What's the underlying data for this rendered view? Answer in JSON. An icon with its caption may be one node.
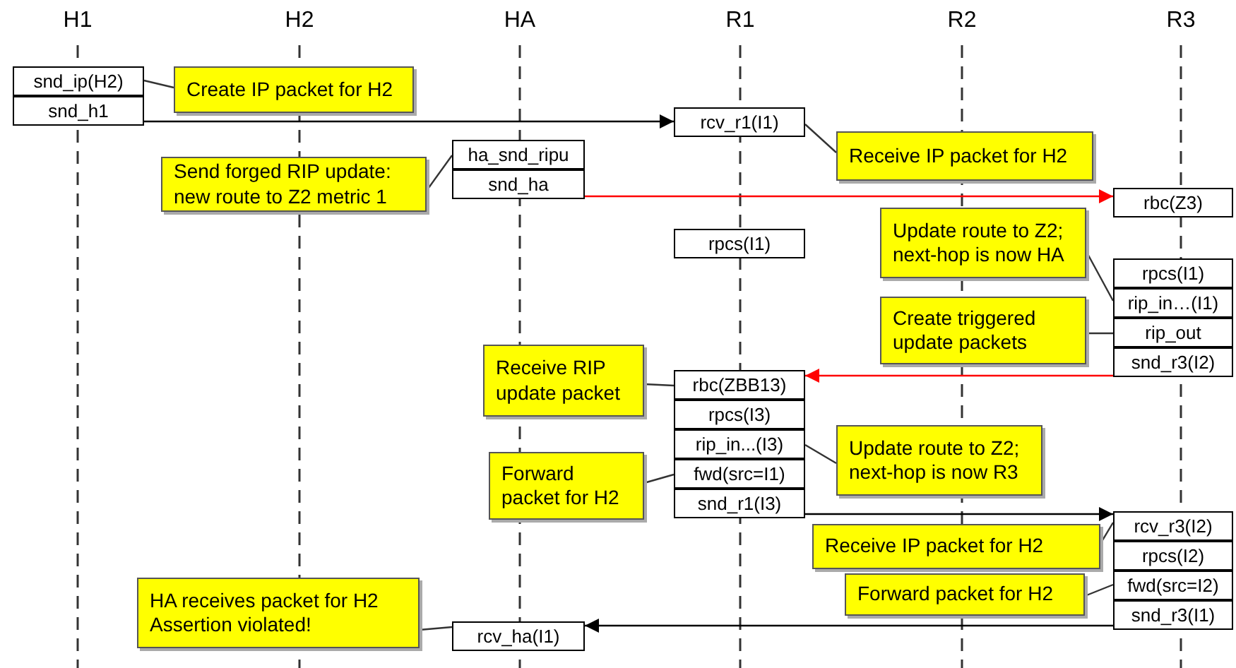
{
  "diagram": {
    "nodes": [
      {
        "text": [
          "snd_ip(H2)"
        ]
      },
      {
        "text": [
          "snd_h1"
        ]
      },
      {
        "text": [
          "Create IP packet for H2"
        ]
      },
      {
        "text": [
          "rcv_r1(I1)"
        ]
      },
      {
        "text": [
          "ha_snd_ripu"
        ]
      },
      {
        "text": [
          "Receive IP packet for H2"
        ]
      },
      {
        "text": [
          "Send forged RIP update: new route to Z2 metric 1"
        ]
      },
      {
        "text": [
          "snd_ha"
        ]
      },
      {
        "text": [
          "rbc(Z3)"
        ]
      },
      {
        "text": [
          "rpcs(I1)"
        ]
      },
      {
        "text": [
          "Update route to Z2; next-hop is now HA"
        ]
      },
      {
        "text": [
          "rpcs(I1)"
        ]
      },
      {
        "text": [
          "rip_in…(I1)"
        ]
      },
      {
        "text": [
          "Create triggered update packets"
        ]
      },
      {
        "text": [
          "rip_out"
        ]
      },
      {
        "text": [
          "snd_r3(I2)"
        ]
      },
      {
        "text": [
          "Receive RIP update packet"
        ]
      },
      {
        "text": [
          "rbc(ZBB13)"
        ]
      },
      {
        "text": [
          "rpcs(I3)"
        ]
      },
      {
        "text": [
          "rip_in...(I3)"
        ]
      },
      {
        "text": [
          "Update route to Z2; next-hop is now R3"
        ]
      },
      {
        "text": [
          "Forward packet for H2"
        ]
      },
      {
        "text": [
          "fwd(src=I1)"
        ]
      },
      {
        "text": [
          "snd_r1(I3)"
        ]
      },
      {
        "text": [
          "rcv_r3(I2)"
        ]
      },
      {
        "text": [
          "Receive IP packet for H2"
        ]
      },
      {
        "text": [
          "rpcs(I2)"
        ]
      },
      {
        "text": [
          "Forward packet for H2"
        ]
      },
      {
        "text": [
          "fwd(src=I2)"
        ]
      },
      {
        "text": [
          "HA receives packet for H2 Assertion violated!"
        ]
      },
      {
        "text": [
          "snd_r3(I1)"
        ]
      },
      {
        "text": [
          "rcv_ha(I1)"
        ]
      }
    ],
    "edges": [
      {
        "from": 2,
        "to": 0,
        "arrow": "none"
      },
      {
        "from": 1,
        "to": 3,
        "arrow": "to"
      },
      {
        "from": 5,
        "to": 3,
        "arrow": "none"
      },
      {
        "from": 6,
        "to": 4,
        "arrow": "none"
      },
      {
        "from": 7,
        "to": 8,
        "arrow": "to",
        "color": "#ff0000"
      },
      {
        "from": 10,
        "to": 12,
        "arrow": "none"
      },
      {
        "from": 13,
        "to": 14,
        "arrow": "none"
      },
      {
        "from": 15,
        "to": 17,
        "arrow": "to",
        "color": "#ff0000"
      },
      {
        "from": 16,
        "to": 17,
        "arrow": "none"
      },
      {
        "from": 20,
        "to": 19,
        "arrow": "none"
      },
      {
        "from": 21,
        "to": 22,
        "arrow": "none"
      },
      {
        "from": 23,
        "to": 24,
        "arrow": "to"
      },
      {
        "from": 25,
        "to": 24,
        "arrow": "none"
      },
      {
        "from": 27,
        "to": 28,
        "arrow": "none"
      },
      {
        "from": 29,
        "to": 31,
        "arrow": "none"
      },
      {
        "from": 30,
        "to": 31,
        "arrow": "to"
      }
    ],
    "labels": [
      "H1",
      "H2",
      "HA",
      "R1",
      "R2",
      "R3"
    ]
  }
}
